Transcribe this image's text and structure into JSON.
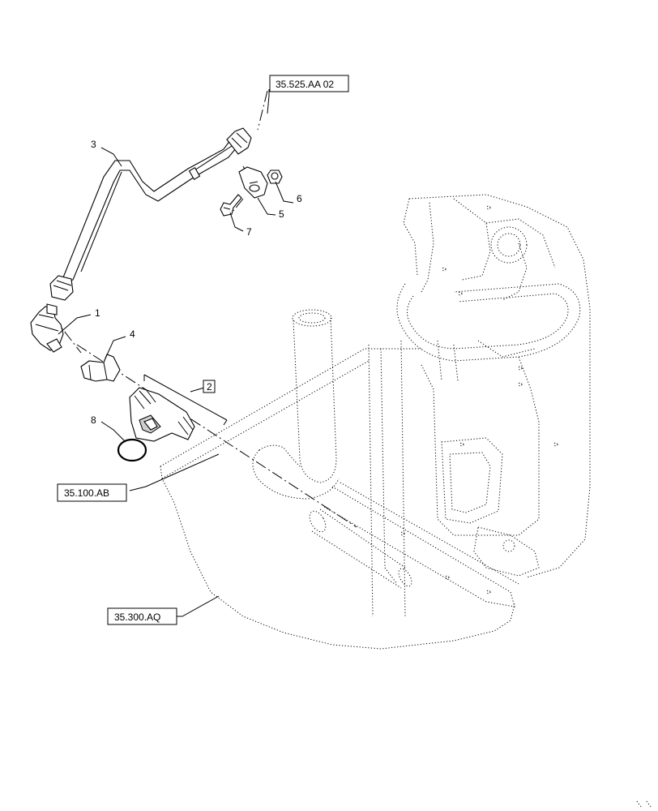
{
  "callouts": {
    "c1": "1",
    "c2": "2",
    "c3": "3",
    "c4": "4",
    "c5": "5",
    "c6": "6",
    "c7": "7",
    "c8": "8"
  },
  "references": {
    "ref_top": "35.525.AA 02",
    "ref_mid": "35.100.AB",
    "ref_bottom": "35.300.AQ"
  }
}
